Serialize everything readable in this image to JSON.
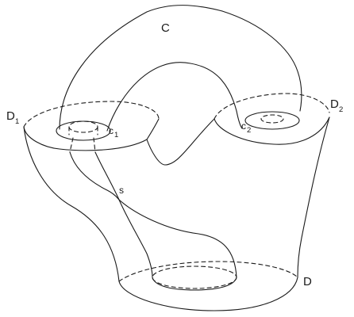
{
  "labels": {
    "C": "C",
    "D": "D",
    "D1_main": "D",
    "D1_sub": "1",
    "D2_main": "D",
    "D2_sub": "2",
    "c1_main": "c",
    "c1_sub": "1",
    "c2_main": "c",
    "c2_sub": "2",
    "s": "s"
  }
}
